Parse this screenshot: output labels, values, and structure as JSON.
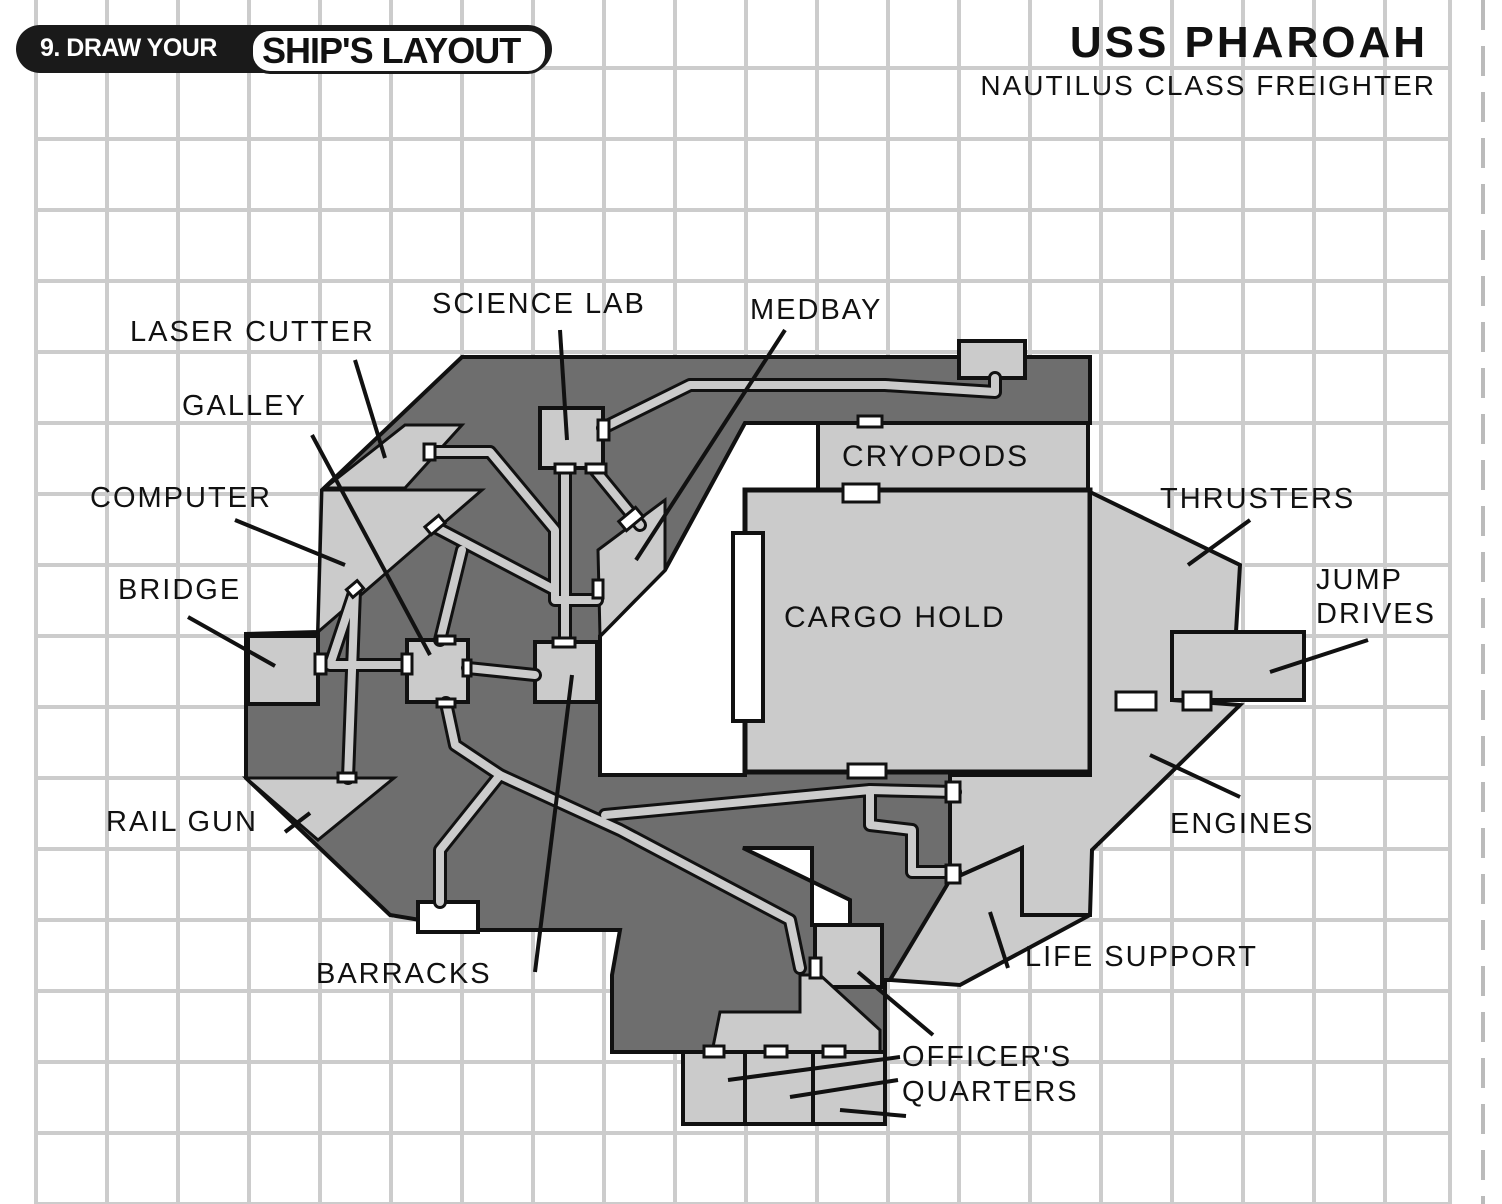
{
  "header": {
    "step_number": "9. DRAW YOUR",
    "step_title": "SHIP'S LAYOUT"
  },
  "ship": {
    "name": "USS PHAROAH",
    "class": "NAUTILUS CLASS FREIGHTER"
  },
  "room_labels": {
    "cryopods": "CRYOPODS",
    "cargo_hold": "CARGO HOLD"
  },
  "callouts": {
    "science_lab": "SCIENCE LAB",
    "medbay": "MEDBAY",
    "laser_cutter": "LASER CUTTER",
    "galley": "GALLEY",
    "computer": "COMPUTER",
    "bridge": "BRIDGE",
    "rail_gun": "RAIL GUN",
    "barracks": "BARRACKS",
    "thrusters": "THRUSTERS",
    "jump_drives_1": "JUMP",
    "jump_drives_2": "DRIVES",
    "engines": "ENGINES",
    "life_support": "LIFE SUPPORT",
    "officers_1": "OFFICER'S",
    "officers_2": "QUARTERS"
  },
  "colors": {
    "hull_dark": "#6e6e6e",
    "room_light": "#cbcbcb",
    "grid": "#cccccc",
    "ink": "#111111"
  }
}
